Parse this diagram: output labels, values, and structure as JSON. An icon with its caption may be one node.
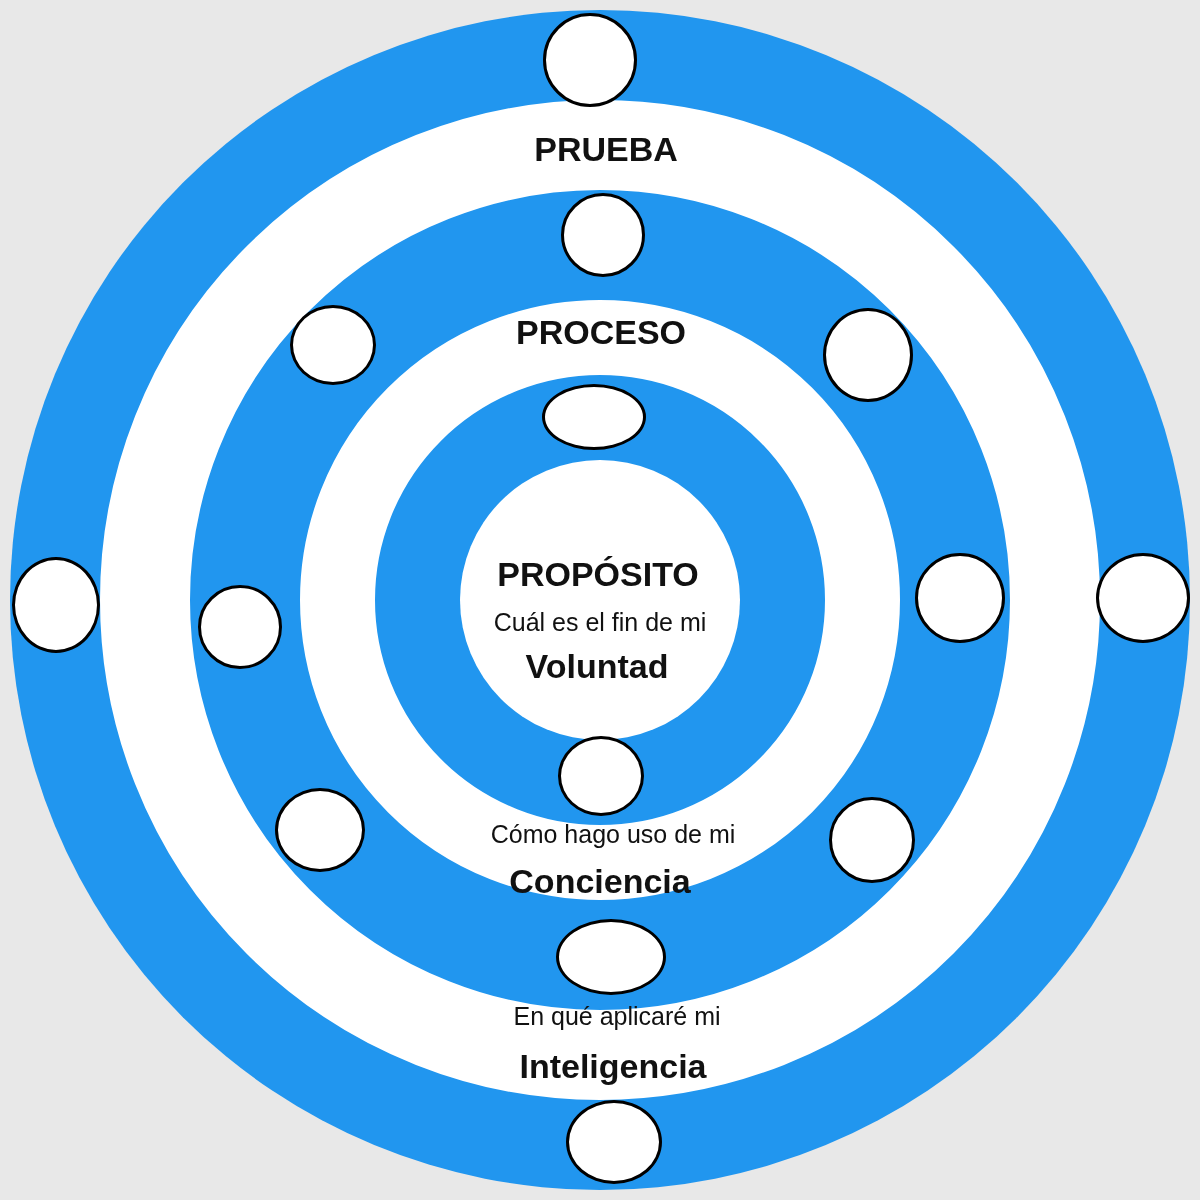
{
  "diagram": {
    "nodes": [
      {
        "text": [
          "PRUEBA",
          "En qué aplicaré mi",
          "Inteligencia"
        ]
      },
      {
        "text": [
          "PROCESO",
          "Cómo hago uso de mi",
          "Conciencia"
        ],
        "in": 0
      },
      {
        "text": [
          "PROPÓSITO",
          "Cuál es el fin de mi",
          "Voluntad"
        ],
        "in": 1
      },
      {
        "text": [],
        "shape": "circle"
      },
      {
        "text": [],
        "shape": "circle",
        "in": 0
      },
      {
        "text": [],
        "shape": "circle",
        "in": 0
      },
      {
        "text": [],
        "shape": "circle",
        "in": 0
      },
      {
        "text": [],
        "shape": "circle",
        "in": 1
      },
      {
        "text": [],
        "shape": "circle"
      },
      {
        "text": [],
        "shape": "circle",
        "in": 0
      },
      {
        "text": [],
        "shape": "circle",
        "in": 0
      },
      {
        "text": [],
        "shape": "circle"
      },
      {
        "text": [],
        "shape": "circle",
        "in": 1
      },
      {
        "text": [],
        "shape": "circle",
        "in": 0
      },
      {
        "text": [],
        "shape": "circle",
        "in": 0
      },
      {
        "text": [],
        "shape": "circle",
        "in": 0
      },
      {
        "text": [],
        "shape": "circle"
      }
    ]
  }
}
